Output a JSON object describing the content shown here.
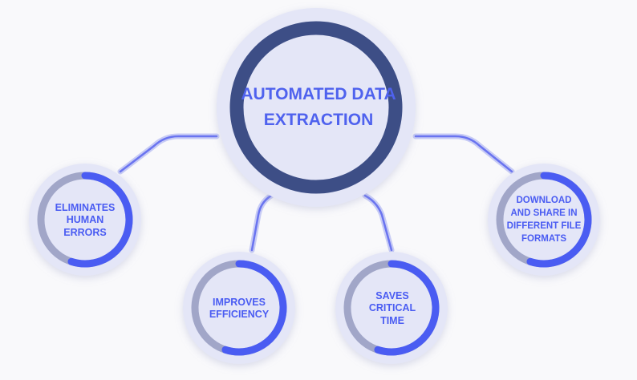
{
  "colors": {
    "background": "#f9f9fb",
    "disc": "#e4e6f7",
    "center_ring": "#3d4e86",
    "ring_gray": "#a1a6c8",
    "ring_accent": "#4a5cf2",
    "label_text": "#4a5cf2",
    "connector": "#6a74f0"
  },
  "center": {
    "label": "AUTOMATED DATA EXTRACTION"
  },
  "satellites": [
    {
      "label": "ELIMINATES HUMAN ERRORS",
      "progress": 0.55
    },
    {
      "label": "IMPROVES EFFICIENCY",
      "progress": 0.55
    },
    {
      "label": "SAVES CRITICAL TIME",
      "progress": 0.55
    },
    {
      "label": "DOWNLOAD AND SHARE IN DIFFERENT FILE FORMATS",
      "progress": 0.55
    }
  ]
}
